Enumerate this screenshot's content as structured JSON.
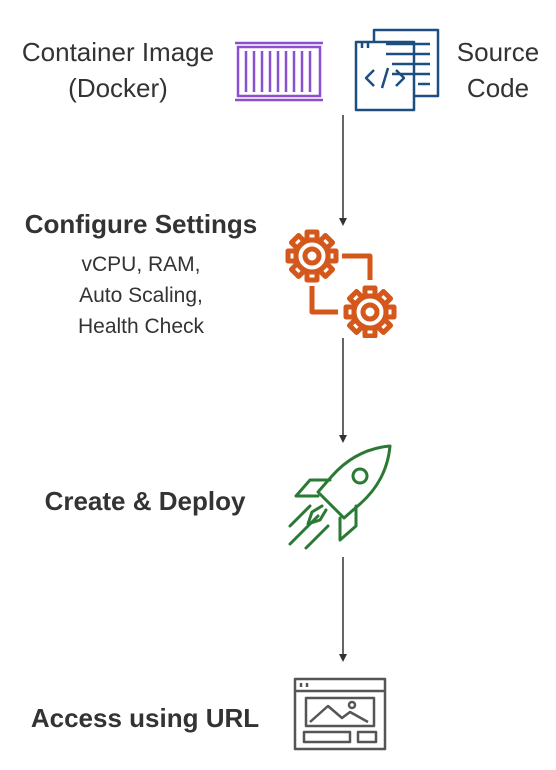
{
  "inputs": {
    "container_image_label": "Container Image (Docker)",
    "source_code_label": "Source Code"
  },
  "steps": [
    {
      "title": "Configure Settings",
      "details": [
        "vCPU, RAM,",
        "Auto Scaling,",
        "Health Check"
      ],
      "icon": "gears-icon",
      "color": "#d4571b"
    },
    {
      "title": "Create & Deploy",
      "icon": "rocket-icon",
      "color": "#2a7a34"
    },
    {
      "title": "Access using URL",
      "icon": "browser-window-icon",
      "color": "#555555"
    }
  ],
  "icons": {
    "container_image": {
      "name": "container-icon",
      "color": "#8c4fcf"
    },
    "source_code": {
      "name": "source-code-icon",
      "color": "#1d4e80"
    }
  },
  "colors": {
    "text": "#333333",
    "arrow": "#333333"
  }
}
